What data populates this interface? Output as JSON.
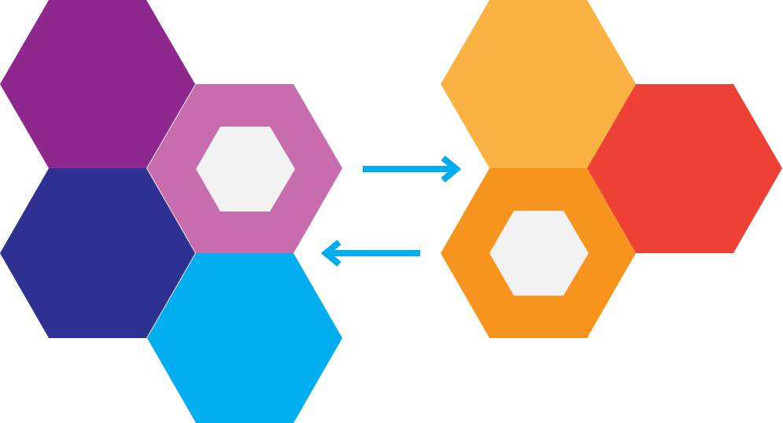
{
  "diagram": {
    "left_cluster": {
      "hexagons": [
        {
          "id": "purple",
          "color": "#8E278E",
          "ring": false
        },
        {
          "id": "pink",
          "color": "#C76CAC",
          "ring": true,
          "hole_color": "#F2F2F2"
        },
        {
          "id": "navy",
          "color": "#2E3192",
          "ring": false
        },
        {
          "id": "cyan",
          "color": "#00AEEF",
          "ring": false
        }
      ]
    },
    "right_cluster": {
      "hexagons": [
        {
          "id": "light-orange",
          "color": "#FAB342",
          "ring": false
        },
        {
          "id": "red",
          "color": "#EE4136",
          "ring": false
        },
        {
          "id": "orange",
          "color": "#F7941E",
          "ring": true,
          "hole_color": "#F2F2F2"
        }
      ]
    },
    "arrows": [
      {
        "id": "arrow-right",
        "direction": "right",
        "color": "#00AEEF"
      },
      {
        "id": "arrow-left",
        "direction": "left",
        "color": "#00AEEF"
      }
    ]
  }
}
